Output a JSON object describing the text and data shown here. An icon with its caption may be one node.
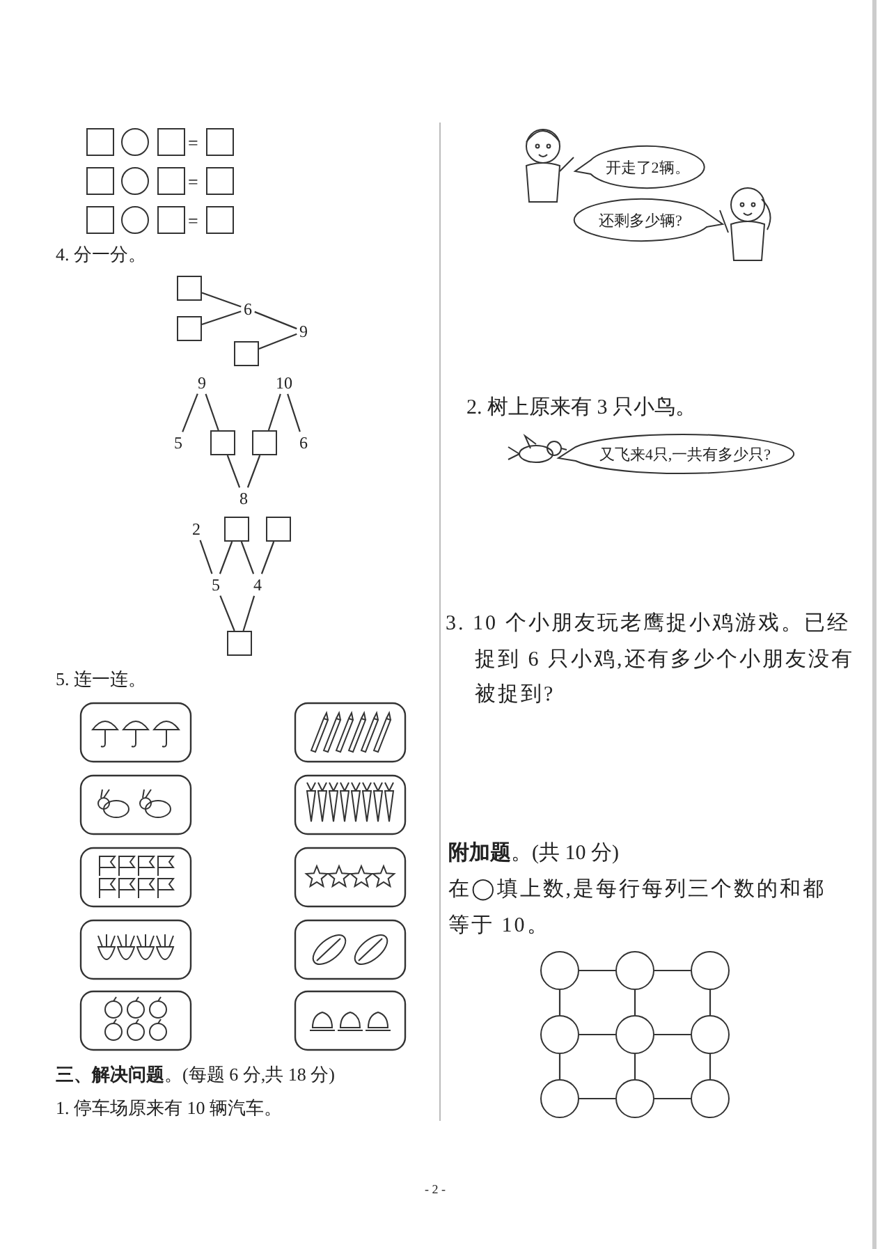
{
  "diagram": {
    "nodes": [
      {
        "text": [],
        "shape": "box"
      },
      {
        "text": [],
        "shape": "box"
      },
      {
        "text": [
          "6"
        ]
      },
      {
        "text": [
          "9"
        ]
      },
      {
        "text": [],
        "shape": "box"
      },
      {
        "text": [
          "9"
        ]
      },
      {
        "text": [
          "10"
        ]
      },
      {
        "text": [
          "5"
        ]
      },
      {
        "text": [],
        "shape": "box"
      },
      {
        "text": [],
        "shape": "box"
      },
      {
        "text": [
          "6"
        ]
      },
      {
        "text": [
          "8"
        ]
      },
      {
        "text": [
          "2"
        ]
      },
      {
        "text": [],
        "shape": "box"
      },
      {
        "text": [],
        "shape": "box"
      },
      {
        "text": [
          "5"
        ]
      },
      {
        "text": [
          "4"
        ]
      },
      {
        "text": [],
        "shape": "box"
      },
      {
        "text": [
          "开走了2辆。"
        ]
      },
      {
        "text": [
          "还剩多少辆?"
        ]
      },
      {
        "text": [
          "又飞来4只,一共有多少只?"
        ]
      },
      {
        "text": [],
        "shape": "circle"
      },
      {
        "text": [],
        "shape": "circle"
      },
      {
        "text": [],
        "shape": "circle"
      },
      {
        "text": [],
        "shape": "circle"
      },
      {
        "text": [],
        "shape": "circle"
      },
      {
        "text": [],
        "shape": "circle"
      },
      {
        "text": [],
        "shape": "circle"
      },
      {
        "text": [],
        "shape": "circle"
      },
      {
        "text": [],
        "shape": "circle"
      }
    ],
    "edges": [
      {
        "from": 0,
        "to": 2,
        "arrow": "none"
      },
      {
        "from": 1,
        "to": 2,
        "arrow": "none"
      },
      {
        "from": 2,
        "to": 3,
        "arrow": "none"
      },
      {
        "from": 4,
        "to": 3,
        "arrow": "none"
      },
      {
        "from": 5,
        "to": 7,
        "arrow": "none"
      },
      {
        "from": 5,
        "to": 8,
        "arrow": "none"
      },
      {
        "from": 6,
        "to": 9,
        "arrow": "none"
      },
      {
        "from": 6,
        "to": 10,
        "arrow": "none"
      },
      {
        "from": 8,
        "to": 11,
        "arrow": "none"
      },
      {
        "from": 9,
        "to": 11,
        "arrow": "none"
      },
      {
        "from": 12,
        "to": 15,
        "arrow": "none"
      },
      {
        "from": 13,
        "to": 15,
        "arrow": "none"
      },
      {
        "from": 13,
        "to": 16,
        "arrow": "none"
      },
      {
        "from": 14,
        "to": 16,
        "arrow": "none"
      },
      {
        "from": 15,
        "to": 17,
        "arrow": "none"
      },
      {
        "from": 16,
        "to": 17,
        "arrow": "none"
      },
      {
        "from": 21,
        "to": 22,
        "arrow": "none"
      },
      {
        "from": 22,
        "to": 23,
        "arrow": "none"
      },
      {
        "from": 24,
        "to": 25,
        "arrow": "none"
      },
      {
        "from": 25,
        "to": 26,
        "arrow": "none"
      },
      {
        "from": 27,
        "to": 28,
        "arrow": "none"
      },
      {
        "from": 28,
        "to": 29,
        "arrow": "none"
      },
      {
        "from": 21,
        "to": 24,
        "arrow": "none"
      },
      {
        "from": 24,
        "to": 27,
        "arrow": "none"
      },
      {
        "from": 22,
        "to": 25,
        "arrow": "none"
      },
      {
        "from": 25,
        "to": 28,
        "arrow": "none"
      },
      {
        "from": 23,
        "to": 26,
        "arrow": "none"
      },
      {
        "from": 26,
        "to": 29,
        "arrow": "none"
      }
    ],
    "labels": [
      "=",
      "=",
      "=",
      "4. 分一分。",
      "5. 连一连。",
      "**三、解决问题**。(每题 6 分,共 18 分)",
      "1. 停车场原来有 10 辆汽车。",
      "2. 树上原来有 3 只小鸟。",
      "3. 10 个小朋友玩老鹰捉小鸡游戏。已经捉到 6 只小鸡,还有多少个小朋友没有被捉到?",
      "**附加题**。(共 10 分)",
      "在◯填上数,是每行每列三个数的和都等于 10。",
      "- 2 -"
    ]
  }
}
